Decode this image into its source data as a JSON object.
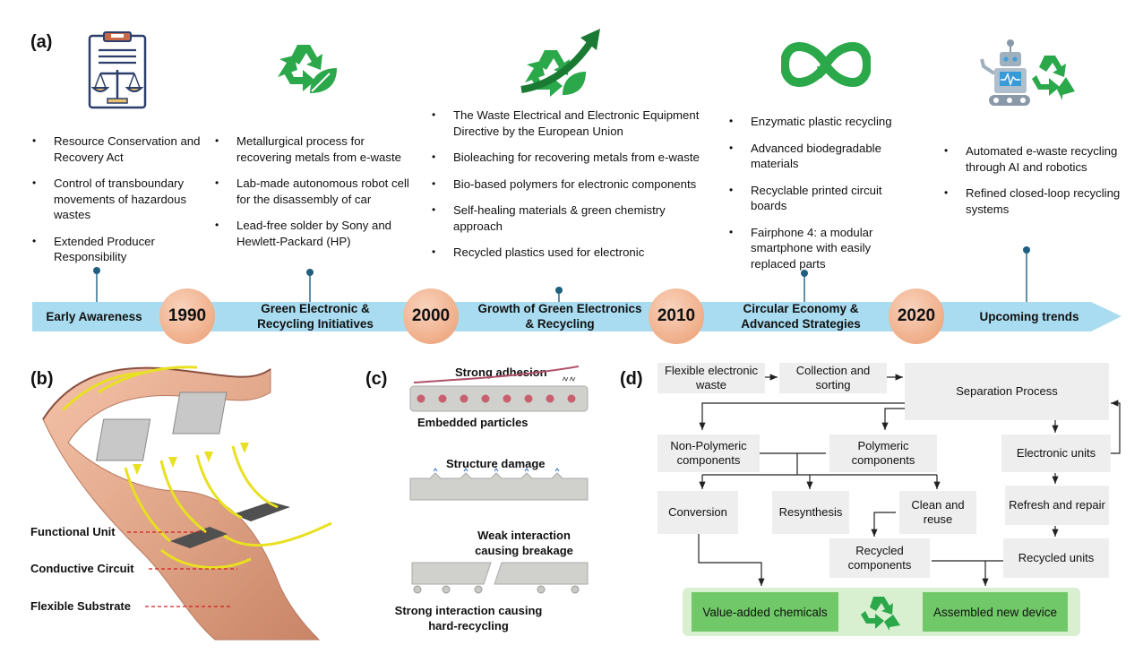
{
  "panels": {
    "a": "(a)",
    "b": "(b)",
    "c": "(c)",
    "d": "(d)"
  },
  "timeline": {
    "years": [
      "1990",
      "2000",
      "2010",
      "2020"
    ],
    "stages": [
      "Early Awareness",
      "Green Electronic & Recycling Initiatives",
      "Growth of Green Electronics & Recycling",
      "Circular Economy & Advanced Strategies",
      "Upcoming trends"
    ],
    "eras": [
      {
        "items": [
          "Resource Conservation and Recovery Act",
          "Control of transboundary movements of hazardous wastes",
          "Extended Producer Responsibility"
        ]
      },
      {
        "items": [
          "Metallurgical process for recovering metals from e-waste",
          "Lab-made autonomous robot cell for the disassembly of car",
          "Lead-free solder by Sony and Hewlett-Packard (HP)"
        ]
      },
      {
        "items": [
          "The Waste Electrical and Electronic Equipment Directive by the European Union",
          "Bioleaching for recovering metals from e-waste",
          "Bio-based polymers for electronic components",
          "Self-healing materials & green chemistry approach",
          "Recycled plastics used for electronic"
        ]
      },
      {
        "items": [
          "Enzymatic plastic recycling",
          "Advanced biodegradable materials",
          "Recyclable printed circuit boards",
          "Fairphone 4: a modular smartphone with easily replaced parts"
        ]
      },
      {
        "items": [
          "Automated e-waste recycling through AI and robotics",
          "Refined closed-loop recycling systems"
        ]
      }
    ],
    "icons": [
      "legal-document-scales-icon",
      "recycle-leaf-icon",
      "recycle-growth-arrow-icon",
      "infinity-loop-icon",
      "robot-recycle-icon"
    ]
  },
  "panel_b": {
    "labels": [
      "Functional Unit",
      "Conductive Circuit",
      "Flexible Substrate"
    ]
  },
  "panel_c": {
    "strong_adhesion": "Strong adhesion",
    "embedded_particles": "Embedded particles",
    "structure_damage": "Structure damage",
    "weak_interaction": "Weak interaction causing breakage",
    "strong_interaction": "Strong interaction causing hard-recycling"
  },
  "panel_d": {
    "flexible_waste": "Flexible electronic waste",
    "collection": "Collection and sorting",
    "separation": "Separation Process",
    "non_polymeric": "Non-Polymeric components",
    "polymeric": "Polymeric components",
    "electronic_units": "Electronic units",
    "conversion": "Conversion",
    "resynthesis": "Resynthesis",
    "clean_reuse": "Clean and reuse",
    "refresh_repair": "Refresh and repair",
    "recycled_components": "Recycled components",
    "recycled_units": "Recycled units",
    "value_added": "Value-added chemicals",
    "assembled": "Assembled new device"
  },
  "colors": {
    "arrow": "#a9dcf0",
    "green": "#2aa84a",
    "year": "#f0b08c",
    "box": "#eeeeee",
    "green_box": "#70c868"
  }
}
